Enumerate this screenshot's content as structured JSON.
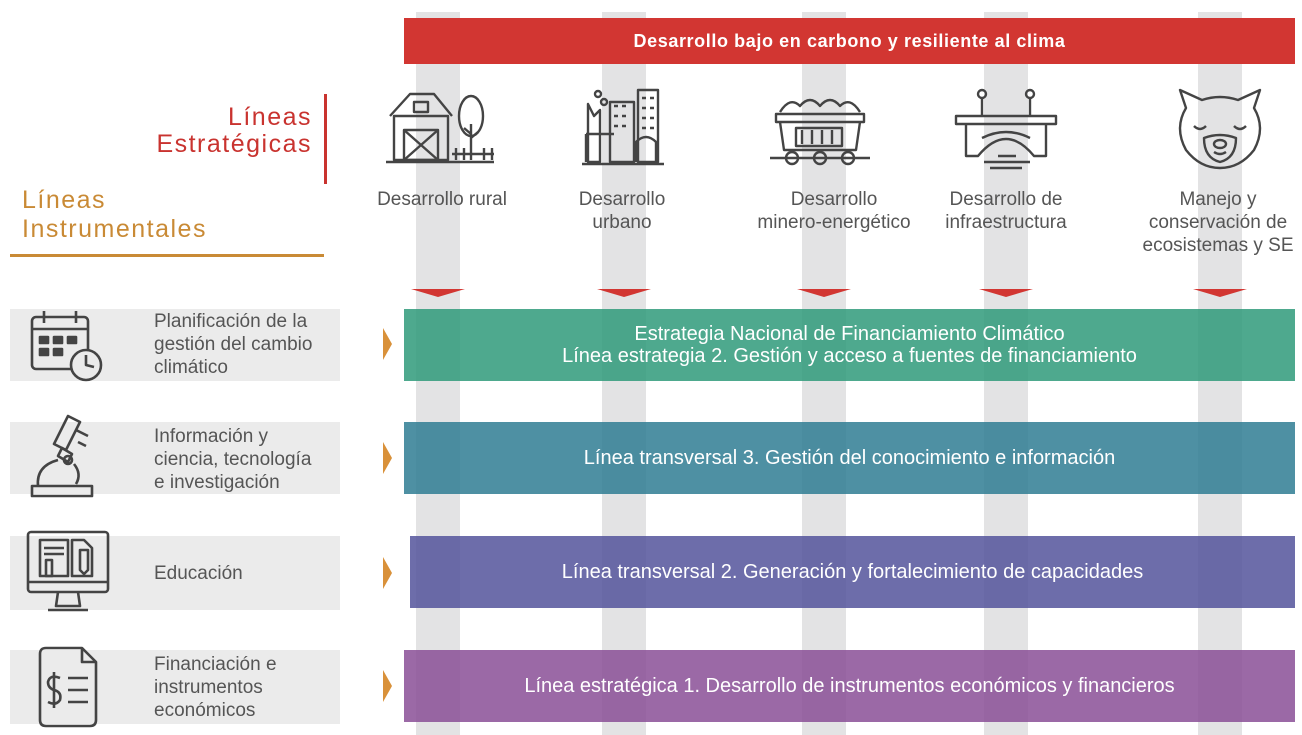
{
  "banner": {
    "title": "Desarrollo bajo en carbono y resiliente al clima"
  },
  "headers": {
    "estrategicas": [
      "Líneas",
      "Estratégicas"
    ],
    "instrumentales": [
      "Líneas",
      "Instrumentales"
    ]
  },
  "columns": [
    {
      "label": [
        "Desarrollo rural"
      ],
      "icon": "barn-icon"
    },
    {
      "label": [
        "Desarrollo",
        "urbano"
      ],
      "icon": "city-buildings-icon"
    },
    {
      "label": [
        "Desarrollo",
        "minero-energético"
      ],
      "icon": "mine-cart-icon"
    },
    {
      "label": [
        "Desarrollo de",
        "infraestructura"
      ],
      "icon": "bridge-icon"
    },
    {
      "label": [
        "Manejo y",
        "conservación de",
        "ecosistemas y SE"
      ],
      "icon": "bear-face-icon"
    }
  ],
  "rows": [
    {
      "label": [
        "Planificación de la",
        "gestión del cambio",
        "climático"
      ],
      "icon": "calendar-clock-icon",
      "band": [
        "Estrategia Nacional de Financiamiento Climático",
        "Línea estrategia 2. Gestión y acceso a fuentes de financiamiento"
      ],
      "color": "#2f9a7a"
    },
    {
      "label": [
        "Información y",
        "ciencia, tecnología",
        "e investigación"
      ],
      "icon": "microscope-icon",
      "band": [
        "Línea transversal 3. Gestión del conocimiento e información"
      ],
      "color": "#2f7c93"
    },
    {
      "label": [
        "Educación"
      ],
      "icon": "computer-screen-icon",
      "band": [
        "Línea transversal 2. Generación y fortalecimiento de capacidades"
      ],
      "color": "#54539b"
    },
    {
      "label": [
        "Financiación e",
        "instrumentos",
        "económicos"
      ],
      "icon": "invoice-dollar-icon",
      "band": [
        "Línea estratégica 1. Desarrollo de instrumentos económicos y financieros"
      ],
      "color": "#8a4f96"
    }
  ],
  "colors": {
    "banner": "#d23632",
    "estrategicas": "#c9332f",
    "instrumentales": "#c98a35",
    "chevron": "#d9913a",
    "column": "#e3e3e4"
  }
}
